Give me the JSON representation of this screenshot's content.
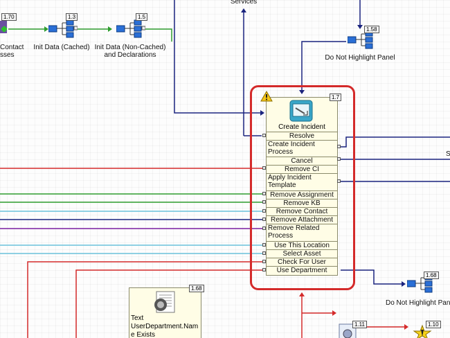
{
  "nodes": {
    "left_partial": {
      "label_line1": "Contact",
      "label_line2": "sses",
      "number": "1.70"
    },
    "init_cached": {
      "label": "Init Data (Cached)",
      "number": "1.3"
    },
    "init_noncached": {
      "label_line1": "Init Data (Non-Cached)",
      "label_line2": "and Declarations",
      "number": "1.5"
    },
    "services": {
      "label": "Services"
    },
    "highlight_top": {
      "label": "Do Not Highlight Panel",
      "number": "1.58"
    },
    "highlight_bottom": {
      "label": "Do Not Highlight Pan",
      "number": "1.68"
    },
    "text_node": {
      "label_line1": "Text",
      "label_line2": "UserDepartment.Nam",
      "label_line3": "e Exists",
      "number": "1.68"
    },
    "node_111": {
      "number": "1.11"
    },
    "node_110": {
      "number": "1.10"
    },
    "edge_label_s": {
      "label": "S"
    }
  },
  "create_incident": {
    "title": "Create Incident",
    "number": "1.7",
    "rows": [
      {
        "label": "Resolve"
      },
      {
        "label_line1": "Create Incident",
        "label_line2": "Process"
      },
      {
        "label": "Cancel"
      },
      {
        "label": "Remove CI"
      },
      {
        "label_line1": "Apply Incident",
        "label_line2": "Template"
      },
      {
        "label": "Remove Assignment"
      },
      {
        "label": "Remove KB"
      },
      {
        "label": "Remove Contact"
      },
      {
        "label": "Remove Attachment"
      },
      {
        "label_line1": "Remove Related",
        "label_line2": "Process"
      },
      {
        "label": "Use This Location"
      },
      {
        "label": "Select Asset"
      },
      {
        "label": "Check For User"
      },
      {
        "label": "Use Department"
      }
    ]
  },
  "colors": {
    "highlight": "#d42a2a",
    "panel_bg": "#fffde6",
    "navy": "#1a237e",
    "green": "#2e9d2e",
    "red": "#d42a2a",
    "purple": "#7b1fa2",
    "light_blue": "#4db6d4"
  }
}
